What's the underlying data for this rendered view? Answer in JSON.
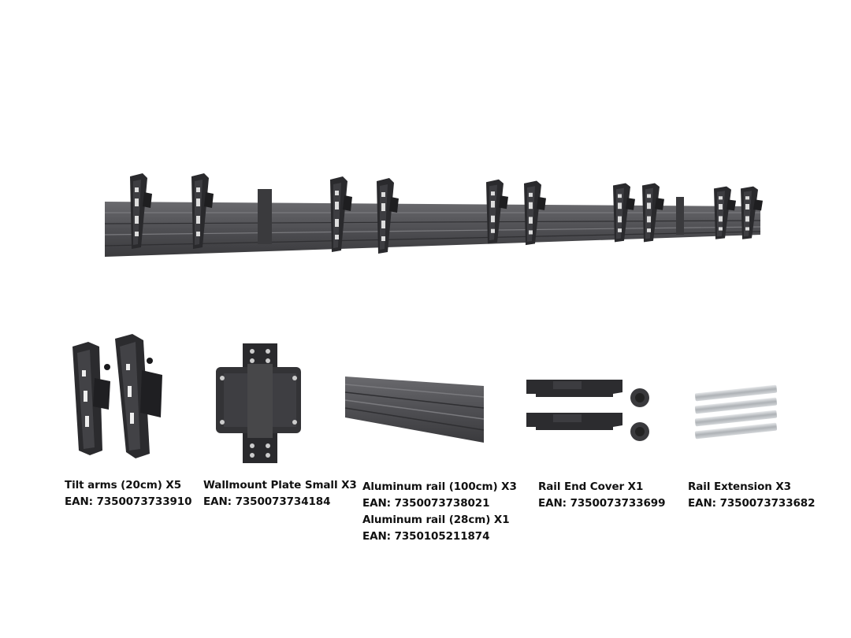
{
  "products": [
    {
      "name": "Tilt arms (20cm) X5",
      "ean": "EAN: 7350073733910"
    },
    {
      "name": "Wallmount Plate Small X3",
      "ean": "EAN: 7350073734184"
    },
    {
      "name": "Aluminum rail (100cm) X3",
      "ean": "EAN: 7350073738021",
      "name2": "Aluminum rail (28cm) X1",
      "ean2": "EAN: 7350105211874"
    },
    {
      "name": "Rail End Cover X1",
      "ean": "EAN: 7350073733699"
    },
    {
      "name": "Rail Extension X3",
      "ean": "EAN: 7350073733682"
    }
  ],
  "colors": {
    "metal_dark": "#2b2b2e",
    "metal_mid": "#4a4a4e",
    "rail": "#5c5c60",
    "silver": "#c9ccd0"
  }
}
